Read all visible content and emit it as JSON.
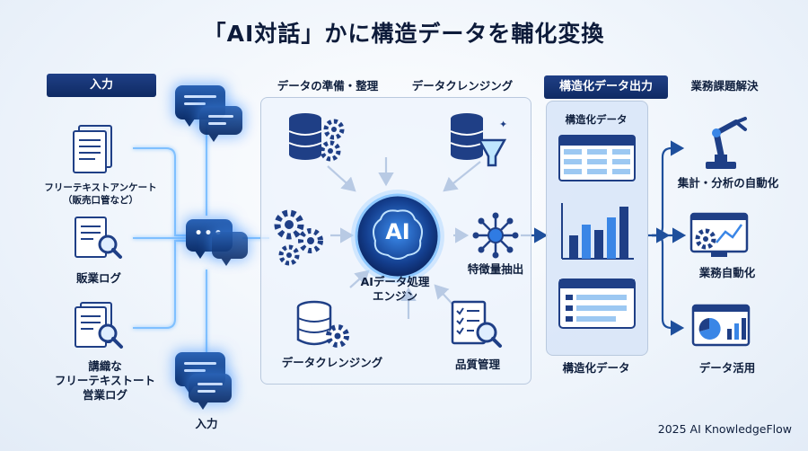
{
  "title": "「AI対話」かに構造データを輔化変換",
  "sections": {
    "input": "入力",
    "prep": "データの準備・整理",
    "cleansing": "データクレンジング",
    "output": "構造化データ出力",
    "solve": "業務課題解決"
  },
  "inputs": {
    "doc1": "フリーテキストアンケート\n（販売口管など）",
    "doc2": "販業ログ",
    "doc3": "講織な\nフリーテキストート\n営業ログ",
    "bottom": "入力"
  },
  "engine": {
    "core": "AI",
    "label": "AIデータ処理\nエンジン",
    "feature": "特徴量抽出",
    "cleansing_bottom": "データクレンジング",
    "quality": "品質管理"
  },
  "structured": {
    "top": "構造化データ",
    "bottom": "構造化データ"
  },
  "results": {
    "r1": "集計・分析の自動化",
    "r2": "業務自動化",
    "r3": "データ活用"
  },
  "footer": "2025 AI KnowledgeFlow",
  "colors": {
    "navy": "#0f2a63",
    "blue": "#2f7be3",
    "glow": "#6fb3ff",
    "line": "#1e4f9c"
  }
}
